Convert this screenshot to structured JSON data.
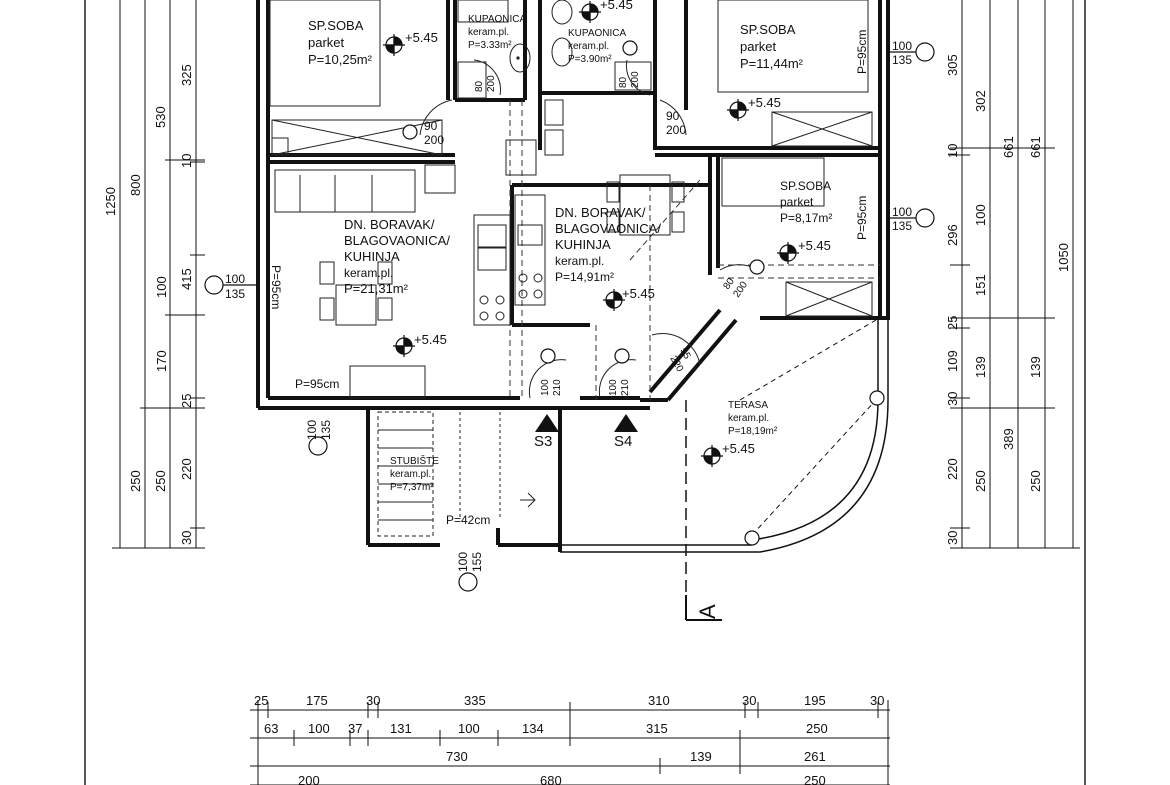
{
  "rooms": [
    {
      "id": "sp-soba-1",
      "name": "SP.SOBA",
      "floor": "parket",
      "area": "P=10,25m²",
      "level": "+5.45"
    },
    {
      "id": "kupaonica-1",
      "name": "KUPAONICA",
      "floor": "keram.pl.",
      "area": "P=3.33m²"
    },
    {
      "id": "kupaonica-2",
      "name": "KUPAONICA",
      "floor": "keram.pl.",
      "area": "P=3.90m²",
      "level": "+5.45"
    },
    {
      "id": "sp-soba-2",
      "name": "SP.SOBA",
      "floor": "parket",
      "area": "P=11,44m²",
      "level": "+5.45"
    },
    {
      "id": "boravak-1",
      "name_lines": [
        "DN. BORAVAK/",
        "BLAGOVAONICA/",
        "KUHINJA"
      ],
      "floor": "keram.pl.",
      "area": "P=21,31m²",
      "level": "+5.45"
    },
    {
      "id": "boravak-2",
      "name_lines": [
        "DN. BORAVAK/",
        "BLAGOVAONICA/",
        "KUHINJA"
      ],
      "floor": "keram.pl.",
      "area": "P=14,91m²",
      "level": "+5.45"
    },
    {
      "id": "sp-soba-3",
      "name": "SP.SOBA",
      "floor": "parket",
      "area": "P=8,17m²",
      "level": "+5.45"
    },
    {
      "id": "terasa",
      "name": "TERASA",
      "floor": "keram.pl.",
      "area": "P=18,19m²",
      "level": "+5.45"
    },
    {
      "id": "stubiste",
      "name": "STUBIŠTE",
      "floor": "keram.pl.",
      "area": "P=7,37m²"
    }
  ],
  "openings": {
    "window_left": [
      "100",
      "135"
    ],
    "window_bottom": [
      "100",
      "135"
    ],
    "window_stair": [
      "100",
      "155"
    ],
    "window_right_1": [
      "100",
      "135"
    ],
    "window_right_2": [
      "100",
      "135"
    ],
    "door_bath_1": [
      "80",
      "200"
    ],
    "door_bath_2": [
      "80",
      "200"
    ],
    "door_soba_1": [
      "90",
      "200"
    ],
    "door_soba_2": [
      "90",
      "200"
    ],
    "door_soba_3": [
      "80",
      "200"
    ],
    "door_hall": [
      "55",
      "220"
    ],
    "door_s3": [
      "100",
      "210"
    ],
    "door_s4": [
      "100",
      "210"
    ],
    "p95_left": "P=95cm",
    "p95_bottom": "P=95cm",
    "p95_right_1": "P=95cm",
    "p95_right_2": "P=95cm",
    "p42": "P=42cm"
  },
  "markers": {
    "s3": "S3",
    "s4": "S4",
    "section": "A"
  },
  "dims_left": {
    "outer": "1250",
    "col2": [
      "800",
      "250"
    ],
    "col3": [
      "530",
      "250"
    ],
    "col4": [
      "325",
      "10",
      "415",
      "100",
      "170",
      "25",
      "220",
      "30"
    ]
  },
  "dims_right": {
    "col1": [
      "305",
      "302",
      "10",
      "100",
      "296",
      "151",
      "25",
      "109",
      "30",
      "220",
      "30"
    ],
    "col2": [
      "661",
      "139",
      "389",
      "250"
    ],
    "col3": [
      "661",
      "1050",
      "139",
      "250"
    ]
  },
  "dims_bottom": {
    "row1": [
      "25",
      "175",
      "30",
      "335",
      "310",
      "30",
      "195",
      "30"
    ],
    "row2": [
      "63",
      "100",
      "37",
      "131",
      "100",
      "134",
      "315",
      "250"
    ],
    "row3": [
      "730",
      "139",
      "261"
    ],
    "row4": [
      "200",
      "680",
      "250"
    ]
  }
}
